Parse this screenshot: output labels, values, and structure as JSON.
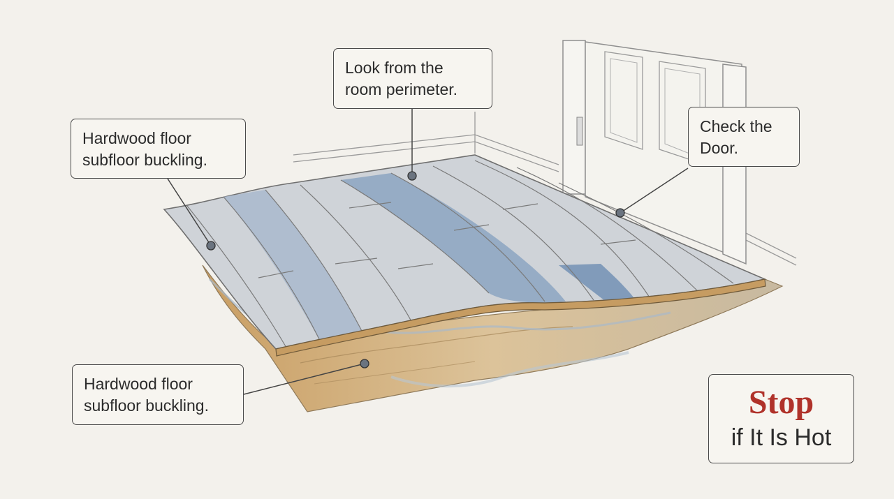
{
  "callouts": {
    "buckling_top": [
      "Hardwood floor",
      "subfloor buckling."
    ],
    "perimeter": [
      "Look from the",
      "room perimeter."
    ],
    "door": [
      "Check the",
      "Door."
    ],
    "buckling_bottom": [
      "Hardwood floor",
      "subfloor buckling."
    ]
  },
  "warning": {
    "title": "Stop",
    "subtitle": "if It Is Hot"
  },
  "colors": {
    "background": "#f3f1ec",
    "warning_red": "#b0322a",
    "plank_blue": "#7f9bbd",
    "plank_grey": "#c9cdd3",
    "subfloor_tan": "#cfae7e"
  }
}
